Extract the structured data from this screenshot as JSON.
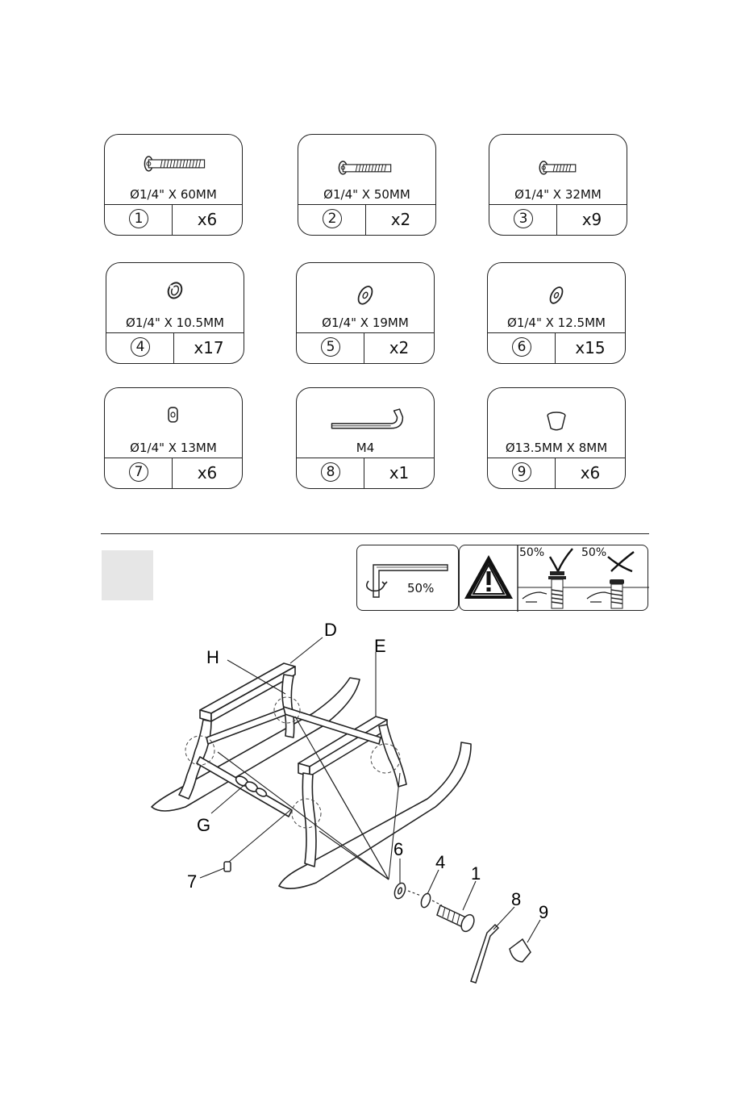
{
  "parts": [
    {
      "spec": "Ø1/4\" X 60MM",
      "number": "1",
      "qty": "x6",
      "icon": "long-bolt"
    },
    {
      "spec": "Ø1/4\" X 50MM",
      "number": "2",
      "qty": "x2",
      "icon": "medium-bolt"
    },
    {
      "spec": "Ø1/4\" X 32MM",
      "number": "3",
      "qty": "x9",
      "icon": "short-bolt"
    },
    {
      "spec": "Ø1/4\" X 10.5MM",
      "number": "4",
      "qty": "x17",
      "icon": "spring-washer"
    },
    {
      "spec": "Ø1/4\" X 19MM",
      "number": "5",
      "qty": "x2",
      "icon": "large-washer"
    },
    {
      "spec": "Ø1/4\" X 12.5MM",
      "number": "6",
      "qty": "x15",
      "icon": "flat-washer"
    },
    {
      "spec": "Ø1/4\" X 13MM",
      "number": "7",
      "qty": "x6",
      "icon": "barrel-nut"
    },
    {
      "spec": "M4",
      "number": "8",
      "qty": "x1",
      "icon": "allen-key"
    },
    {
      "spec": "Ø13.5MM X 8MM",
      "number": "9",
      "qty": "x6",
      "icon": "cap"
    }
  ],
  "tighten_panel": {
    "percent": "50%",
    "icon": "allen-key-rotate"
  },
  "warning_panel": {
    "left_percent": "50%",
    "right_percent": "50%",
    "icons": [
      "warning-triangle",
      "checkmark",
      "cross"
    ]
  },
  "callouts": {
    "D": "D",
    "E": "E",
    "H": "H",
    "G": "G",
    "p7": "7",
    "p6": "6",
    "p4": "4",
    "p1": "1",
    "p8": "8",
    "p9": "9"
  }
}
